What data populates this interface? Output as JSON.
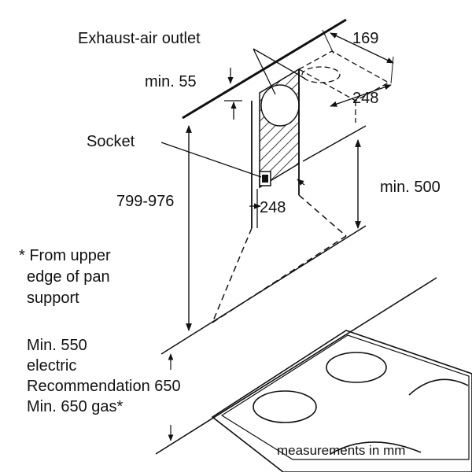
{
  "labels": {
    "exhaust_outlet": "Exhaust-air outlet",
    "socket": "Socket",
    "min_55": "min. 55",
    "dim_169": "169",
    "dim_248_top": "248",
    "dim_248_front": "248",
    "height_range": "799-976",
    "min_500": "min. 500",
    "note_line1": "* From upper",
    "note_line2": "edge of pan",
    "note_line3": "support",
    "req_line1": "Min. 550",
    "req_line2": "electric",
    "req_line3": "Recommendation 650",
    "req_line4": "Min. 650 gas*",
    "units": "measurements in mm"
  },
  "colors": {
    "line": "#111111",
    "background": "#ffffff"
  }
}
